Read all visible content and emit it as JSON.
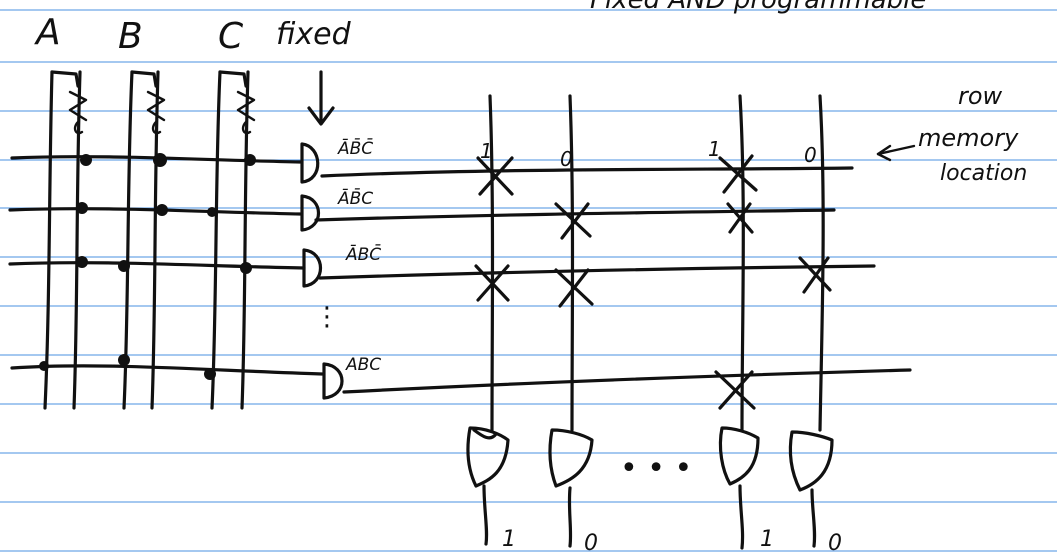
{
  "colors": {
    "ruled_line": "#4a90e2",
    "ink": "#111111",
    "paper": "#ffffff"
  },
  "labels": {
    "input_a": "A",
    "input_b": "B",
    "input_c": "C",
    "fixed": "fixed",
    "top_note": "Fixed AND programmable",
    "row_note_1": "row",
    "row_note_2": "memory",
    "row_note_3": "location"
  },
  "minterms": [
    "ĀB̄C̄",
    "ĀB̄C",
    "ĀBC̄",
    "ABC"
  ],
  "top_bits": [
    "1",
    "0",
    "1",
    "0"
  ],
  "outputs": [
    "1",
    "0",
    "1",
    "0"
  ],
  "ellipsis": "• • •"
}
